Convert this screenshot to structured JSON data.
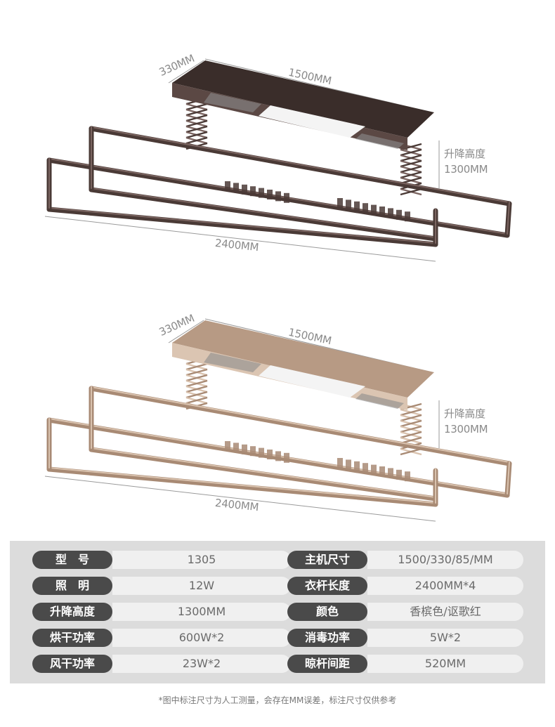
{
  "products": [
    {
      "finish": "dark",
      "dims": {
        "depth": "330MM",
        "width": "1500MM",
        "lift_label": "升降高度",
        "lift_value": "1300MM",
        "rod_length": "2400MM"
      },
      "colors": {
        "body": "#3a2d2a",
        "body_light": "#5b4844",
        "rod": "#4a3a36",
        "rod_hi": "#7a6460"
      }
    },
    {
      "finish": "champagne",
      "dims": {
        "depth": "330MM",
        "width": "1500MM",
        "lift_label": "升降高度",
        "lift_value": "1300MM",
        "rod_length": "2400MM"
      },
      "colors": {
        "body": "#b79a84",
        "body_light": "#dbc5b2",
        "rod": "#a88a74",
        "rod_hi": "#d9c2ae"
      }
    }
  ],
  "specs": {
    "left": [
      {
        "label": "型　号",
        "value": "1305"
      },
      {
        "label": "照　明",
        "value": "12W"
      },
      {
        "label": "升降高度",
        "value": "1300MM"
      },
      {
        "label": "烘干功率",
        "value": "600W*2"
      },
      {
        "label": "风干功率",
        "value": "23W*2"
      }
    ],
    "right": [
      {
        "label": "主机尺寸",
        "value": "1500/330/85/MM"
      },
      {
        "label": "衣杆长度",
        "value": "2400MM*4"
      },
      {
        "label": "颜色",
        "value": "香槟色/讴歌红"
      },
      {
        "label": "消毒功率",
        "value": "5W*2"
      },
      {
        "label": "晾杆间距",
        "value": "520MM"
      }
    ]
  },
  "footnote": "*图中标注尺寸为人工测量，会存在MM误差，标注尺寸仅供参考"
}
